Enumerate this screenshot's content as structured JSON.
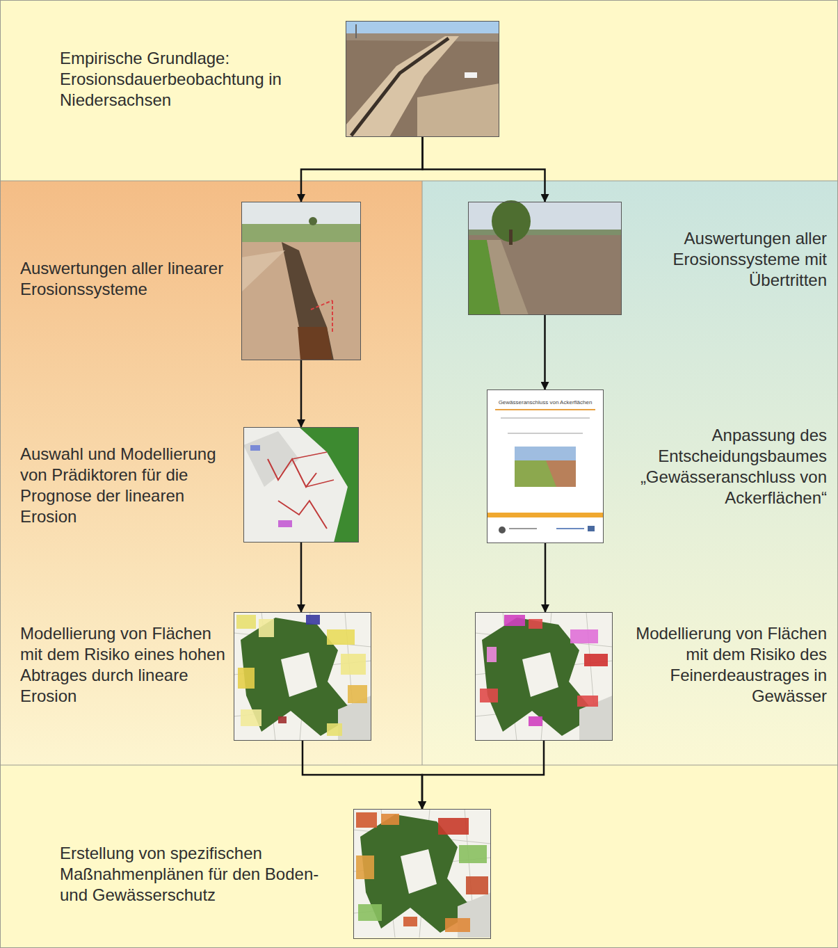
{
  "diagram": {
    "nodes": [
      {
        "text": [
          "Empirische Grundlage: Erosionsdauerbeobachtung in Niedersachsen"
        ]
      },
      {
        "text": [
          "Auswertungen aller linearer Erosionssysteme"
        ]
      },
      {
        "text": [
          "Auswertungen aller Erosionssysteme mit Übertritten"
        ]
      },
      {
        "text": [
          "Auswahl und Modellierung von Prädiktoren für die Prognose der linearen Erosion"
        ]
      },
      {
        "text": [
          "Anpassung des Entscheidungsbaumes „Gewässeranschluss von Ackerflächen“"
        ]
      },
      {
        "text": [
          "Modellierung von Flächen mit dem Risiko eines hohen Abtrages durch lineare Erosion"
        ]
      },
      {
        "text": [
          "Modellierung von Flächen mit dem Risiko des Feinerdeaustrages in Gewässer"
        ]
      },
      {
        "text": [
          "Erstellung von spezifischen Maßnahmenplänen für den Boden- und Gewässerschutz"
        ]
      }
    ],
    "edges": [
      {
        "from": 0,
        "to": 1,
        "arrow": "to"
      },
      {
        "from": 0,
        "to": 2,
        "arrow": "to"
      },
      {
        "from": 1,
        "to": 3,
        "arrow": "to"
      },
      {
        "from": 3,
        "to": 5,
        "arrow": "to"
      },
      {
        "from": 2,
        "to": 4,
        "arrow": "to"
      },
      {
        "from": 4,
        "to": 6,
        "arrow": "to"
      },
      {
        "from": 5,
        "to": 7,
        "arrow": "to"
      },
      {
        "from": 6,
        "to": 7,
        "arrow": "to"
      }
    ],
    "labels": [
      "Gewässeranschluss von Ackerflächen"
    ]
  }
}
